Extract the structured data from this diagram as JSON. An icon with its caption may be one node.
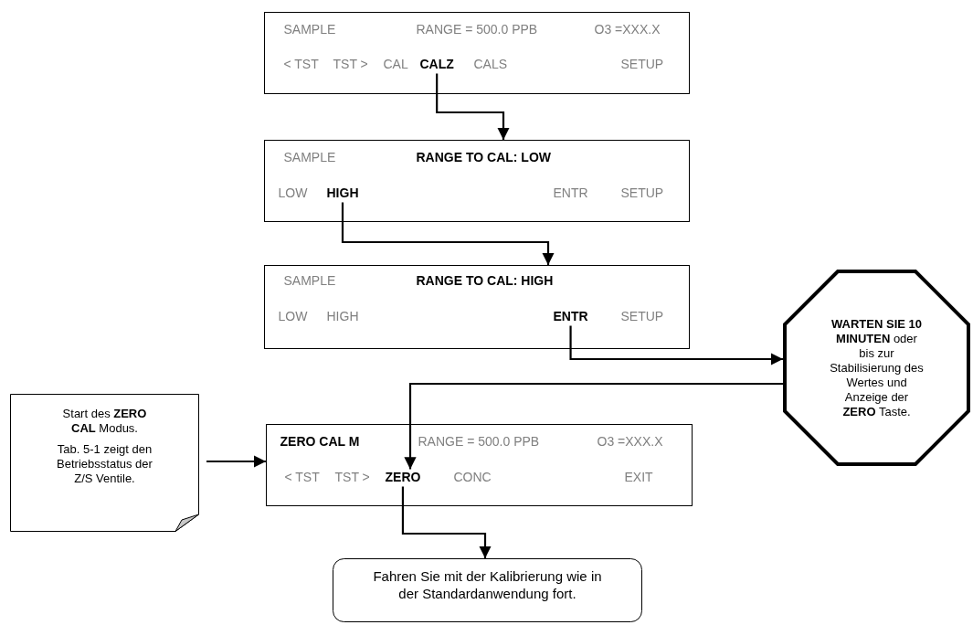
{
  "diagram": {
    "nodes": [
      {
        "text": [
          "SAMPLE",
          "RANGE = 500.0 PPB",
          "O3 =XXX.X",
          "< TST",
          "TST >",
          "CAL",
          "CALS",
          "SETUP"
        ]
      },
      {
        "text": [
          "CALZ"
        ],
        "in": 0
      },
      {
        "text": [
          "SAMPLE",
          "RANGE TO CAL: LOW",
          "LOW",
          "ENTR",
          "SETUP"
        ]
      },
      {
        "text": [
          "HIGH"
        ],
        "in": 2
      },
      {
        "text": [
          "SAMPLE",
          "RANGE TO CAL: HIGH",
          "LOW",
          "HIGH",
          "SETUP"
        ]
      },
      {
        "text": [
          "ENTR"
        ],
        "in": 4
      },
      {
        "text": [
          "**WARTEN SIE 10 MINUTEN** oder bis zur Stabilisierung des Wertes und Anzeige der **ZERO** Taste."
        ]
      },
      {
        "text": [
          "Start des **ZERO CAL** Modus.",
          "Tab. 5-1 zeigt den Betriebsstatus der Z/S Ventile."
        ]
      },
      {
        "text": [
          "ZERO CAL M",
          "RANGE = 500.0 PPB",
          "O3 =XXX.X",
          "< TST",
          "TST >",
          "CONC",
          "EXIT"
        ]
      },
      {
        "text": [
          "ZERO"
        ],
        "in": 8
      },
      {
        "text": [
          "Fahren Sie mit der Kalibrierung wie in der Standardanwendung fort."
        ]
      }
    ],
    "edges": [
      {
        "from": 1,
        "to": 2,
        "arrow": "to"
      },
      {
        "from": 3,
        "to": 4,
        "arrow": "to"
      },
      {
        "from": 5,
        "to": 6,
        "arrow": "to"
      },
      {
        "from": 6,
        "to": 9,
        "arrow": "to"
      },
      {
        "from": 7,
        "to": 8,
        "arrow": "to"
      },
      {
        "from": 9,
        "to": 10,
        "arrow": "to"
      }
    ]
  }
}
